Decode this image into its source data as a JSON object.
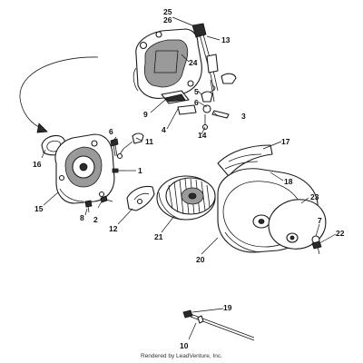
{
  "callouts": {
    "c1": "1",
    "c2": "2",
    "c3": "3",
    "c4": "4",
    "c5": "5",
    "c6": "6",
    "c7": "7",
    "c8": "8",
    "c9": "9",
    "c10": "10",
    "c11": "11",
    "c12": "12",
    "c13": "13",
    "c14": "14",
    "c15": "15",
    "c16": "16",
    "c17": "17",
    "c18": "18",
    "c19": "19",
    "c20": "20",
    "c21": "21",
    "c22": "22",
    "c23": "23",
    "c24": "24",
    "c25": "25",
    "c26": "26"
  },
  "footer": {
    "rendered_by": "Rendered by LeadVenture, Inc."
  }
}
